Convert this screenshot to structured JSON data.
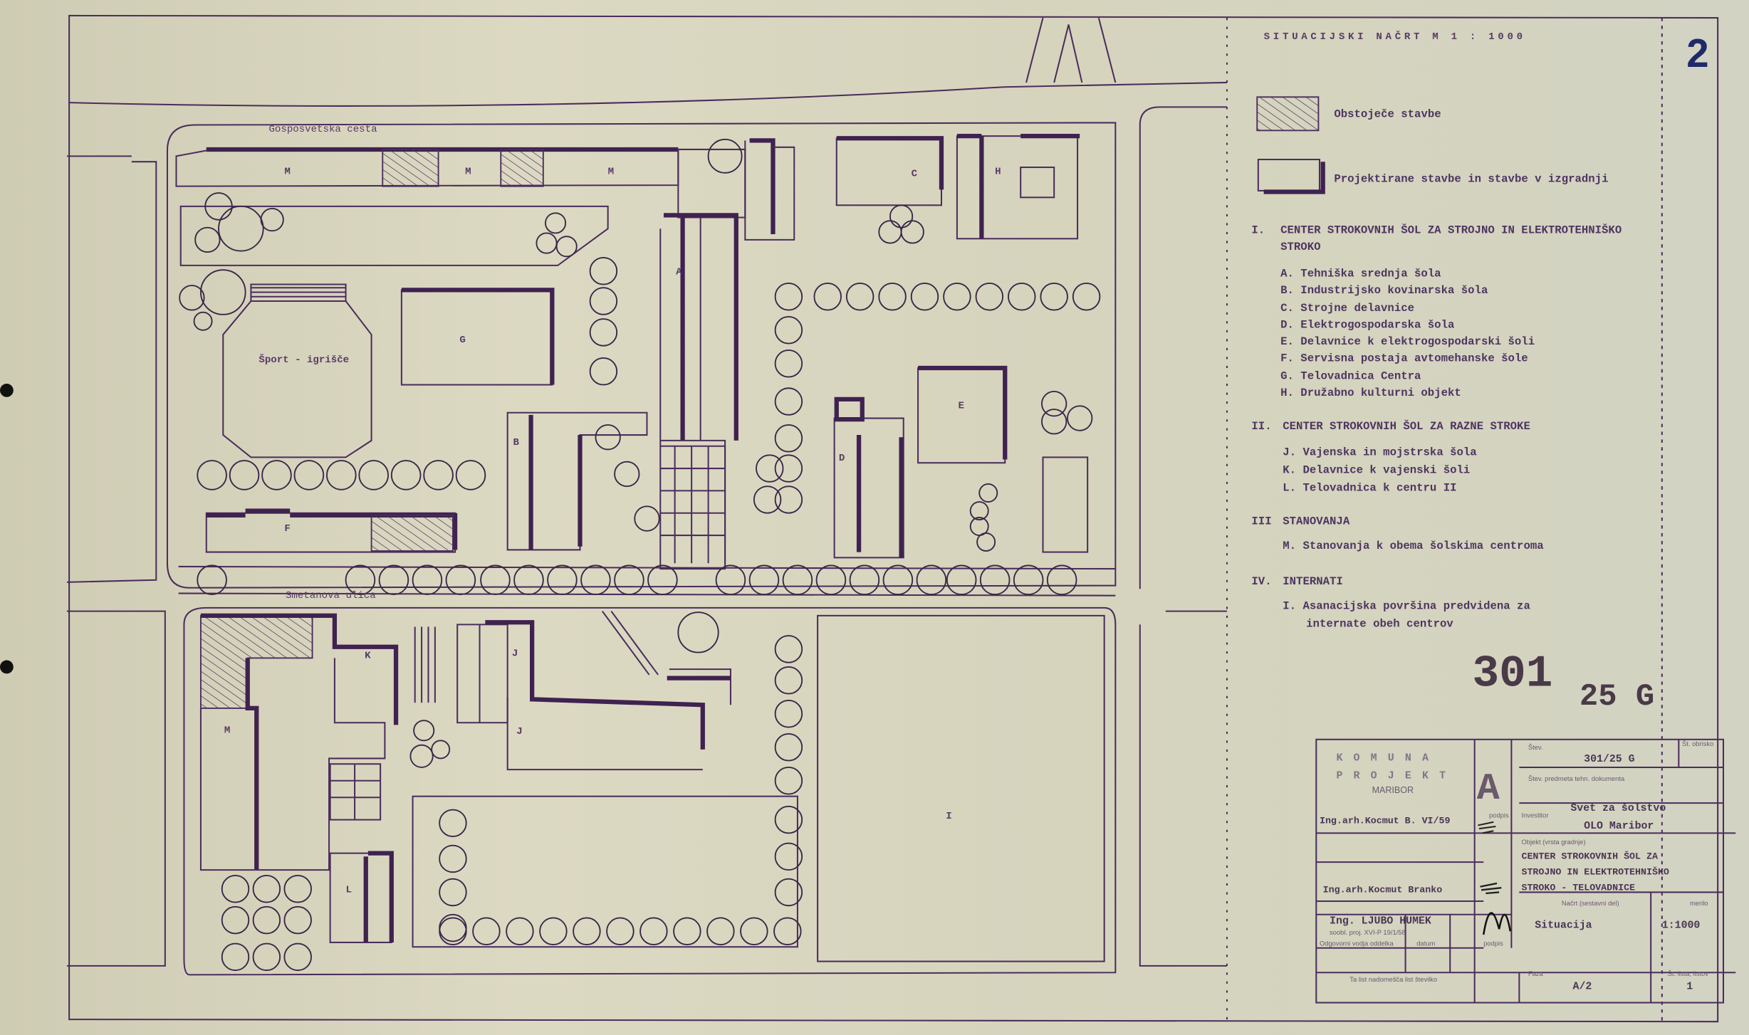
{
  "sheet": {
    "title": "SITUACIJSKI NAČRT   M 1 : 1000",
    "page_number": "2",
    "stamp_number": "301",
    "stamp_suffix": "25 G"
  },
  "legend": {
    "existing": "Obstoječe stavbe",
    "planned": "Projektirane stavbe in stavbe v izgradnji"
  },
  "sections": [
    {
      "heading_num": "I.",
      "heading": "CENTER STROKOVNIH ŠOL ZA STROJNO IN ELEKTROTEHNIŠKO",
      "heading2": "STROKO",
      "items": [
        "A. Tehniška srednja šola",
        "B. Industrijsko kovinarska šola",
        "C. Strojne delavnice",
        "D. Elektrogospodarska šola",
        "E. Delavnice k elektrogospodarski šoli",
        "F. Servisna postaja avtomehanske šole",
        "G. Telovadnica Centra",
        "H. Družabno kulturni objekt"
      ]
    },
    {
      "heading_num": "II.",
      "heading": "CENTER STROKOVNIH ŠOL ZA RAZNE STROKE",
      "items": [
        "J. Vajenska in mojstrska šola",
        "K. Delavnice k vajenski šoli",
        "L. Telovadnica k centru II"
      ]
    },
    {
      "heading_num": "III",
      "heading": "STANOVANJA",
      "items": [
        "M. Stanovanja k obema šolskima centroma"
      ]
    },
    {
      "heading_num": "IV.",
      "heading": "INTERNATI",
      "items": [
        "I. Asanacijska površina predvidena za",
        "internate obeh centrov"
      ]
    }
  ],
  "plan": {
    "street_top": "Gosposvetska cesta",
    "street_middle": "Smetanova ulica",
    "sport": "Šport - igrišče",
    "labels": {
      "M1": "M",
      "M2": "M",
      "M3": "M",
      "A": "A",
      "B": "B",
      "G": "G",
      "C": "C",
      "H": "H",
      "D": "D",
      "E": "E",
      "F": "F",
      "K": "K",
      "J": "J",
      "J2": "J",
      "M4": "M",
      "L": "L",
      "I": "I"
    }
  },
  "title_block": {
    "firm_line1": "K O M U N A",
    "firm_line2": "P R O J E K T",
    "firm_line3": "MARIBOR",
    "category_letter": "A",
    "drawing_no_label": "Štev.",
    "drawing_no": "301/25 G",
    "copies_label": "Št. obrisko",
    "tech_doc_label": "Štev. predmeta tehn. dokumenta",
    "designer": "Ing.arh.Kocmut B. VI/59",
    "designer_sig_label": "podpis",
    "investor_label": "Investitor",
    "investor_line1": "Svet za šolstvo",
    "investor_line2": "OLO Maribor",
    "object_label": "Objekt (vrsta gradnje)",
    "object_line1": "CENTER STROKOVNIH ŠOL ZA",
    "object_line2": "STROJNO IN ELEKTROTEHNIŠKO",
    "object_line3": "STROKO - TELOVADNICE",
    "author": "Ing.arh.Kocmut Branko",
    "chief_line1": "Ing. LJUBO HUMEK",
    "chief_line2": "soobl. proj. XVI-P 19/1/58",
    "chief_role_label": "Odgovorni vodja oddelka",
    "date_label": "datum",
    "sig_label": "podpis",
    "drawing_label": "Načrt (sestavni del)",
    "drawing_value": "Situacija",
    "scale_label": "merilo",
    "scale_value": "1:1000",
    "note": "Ta list nadomešča list številko",
    "phase_label": "Faza",
    "phase_value": "A/2",
    "sheet_label": "Št. lista, listov",
    "sheet_value": "1"
  }
}
